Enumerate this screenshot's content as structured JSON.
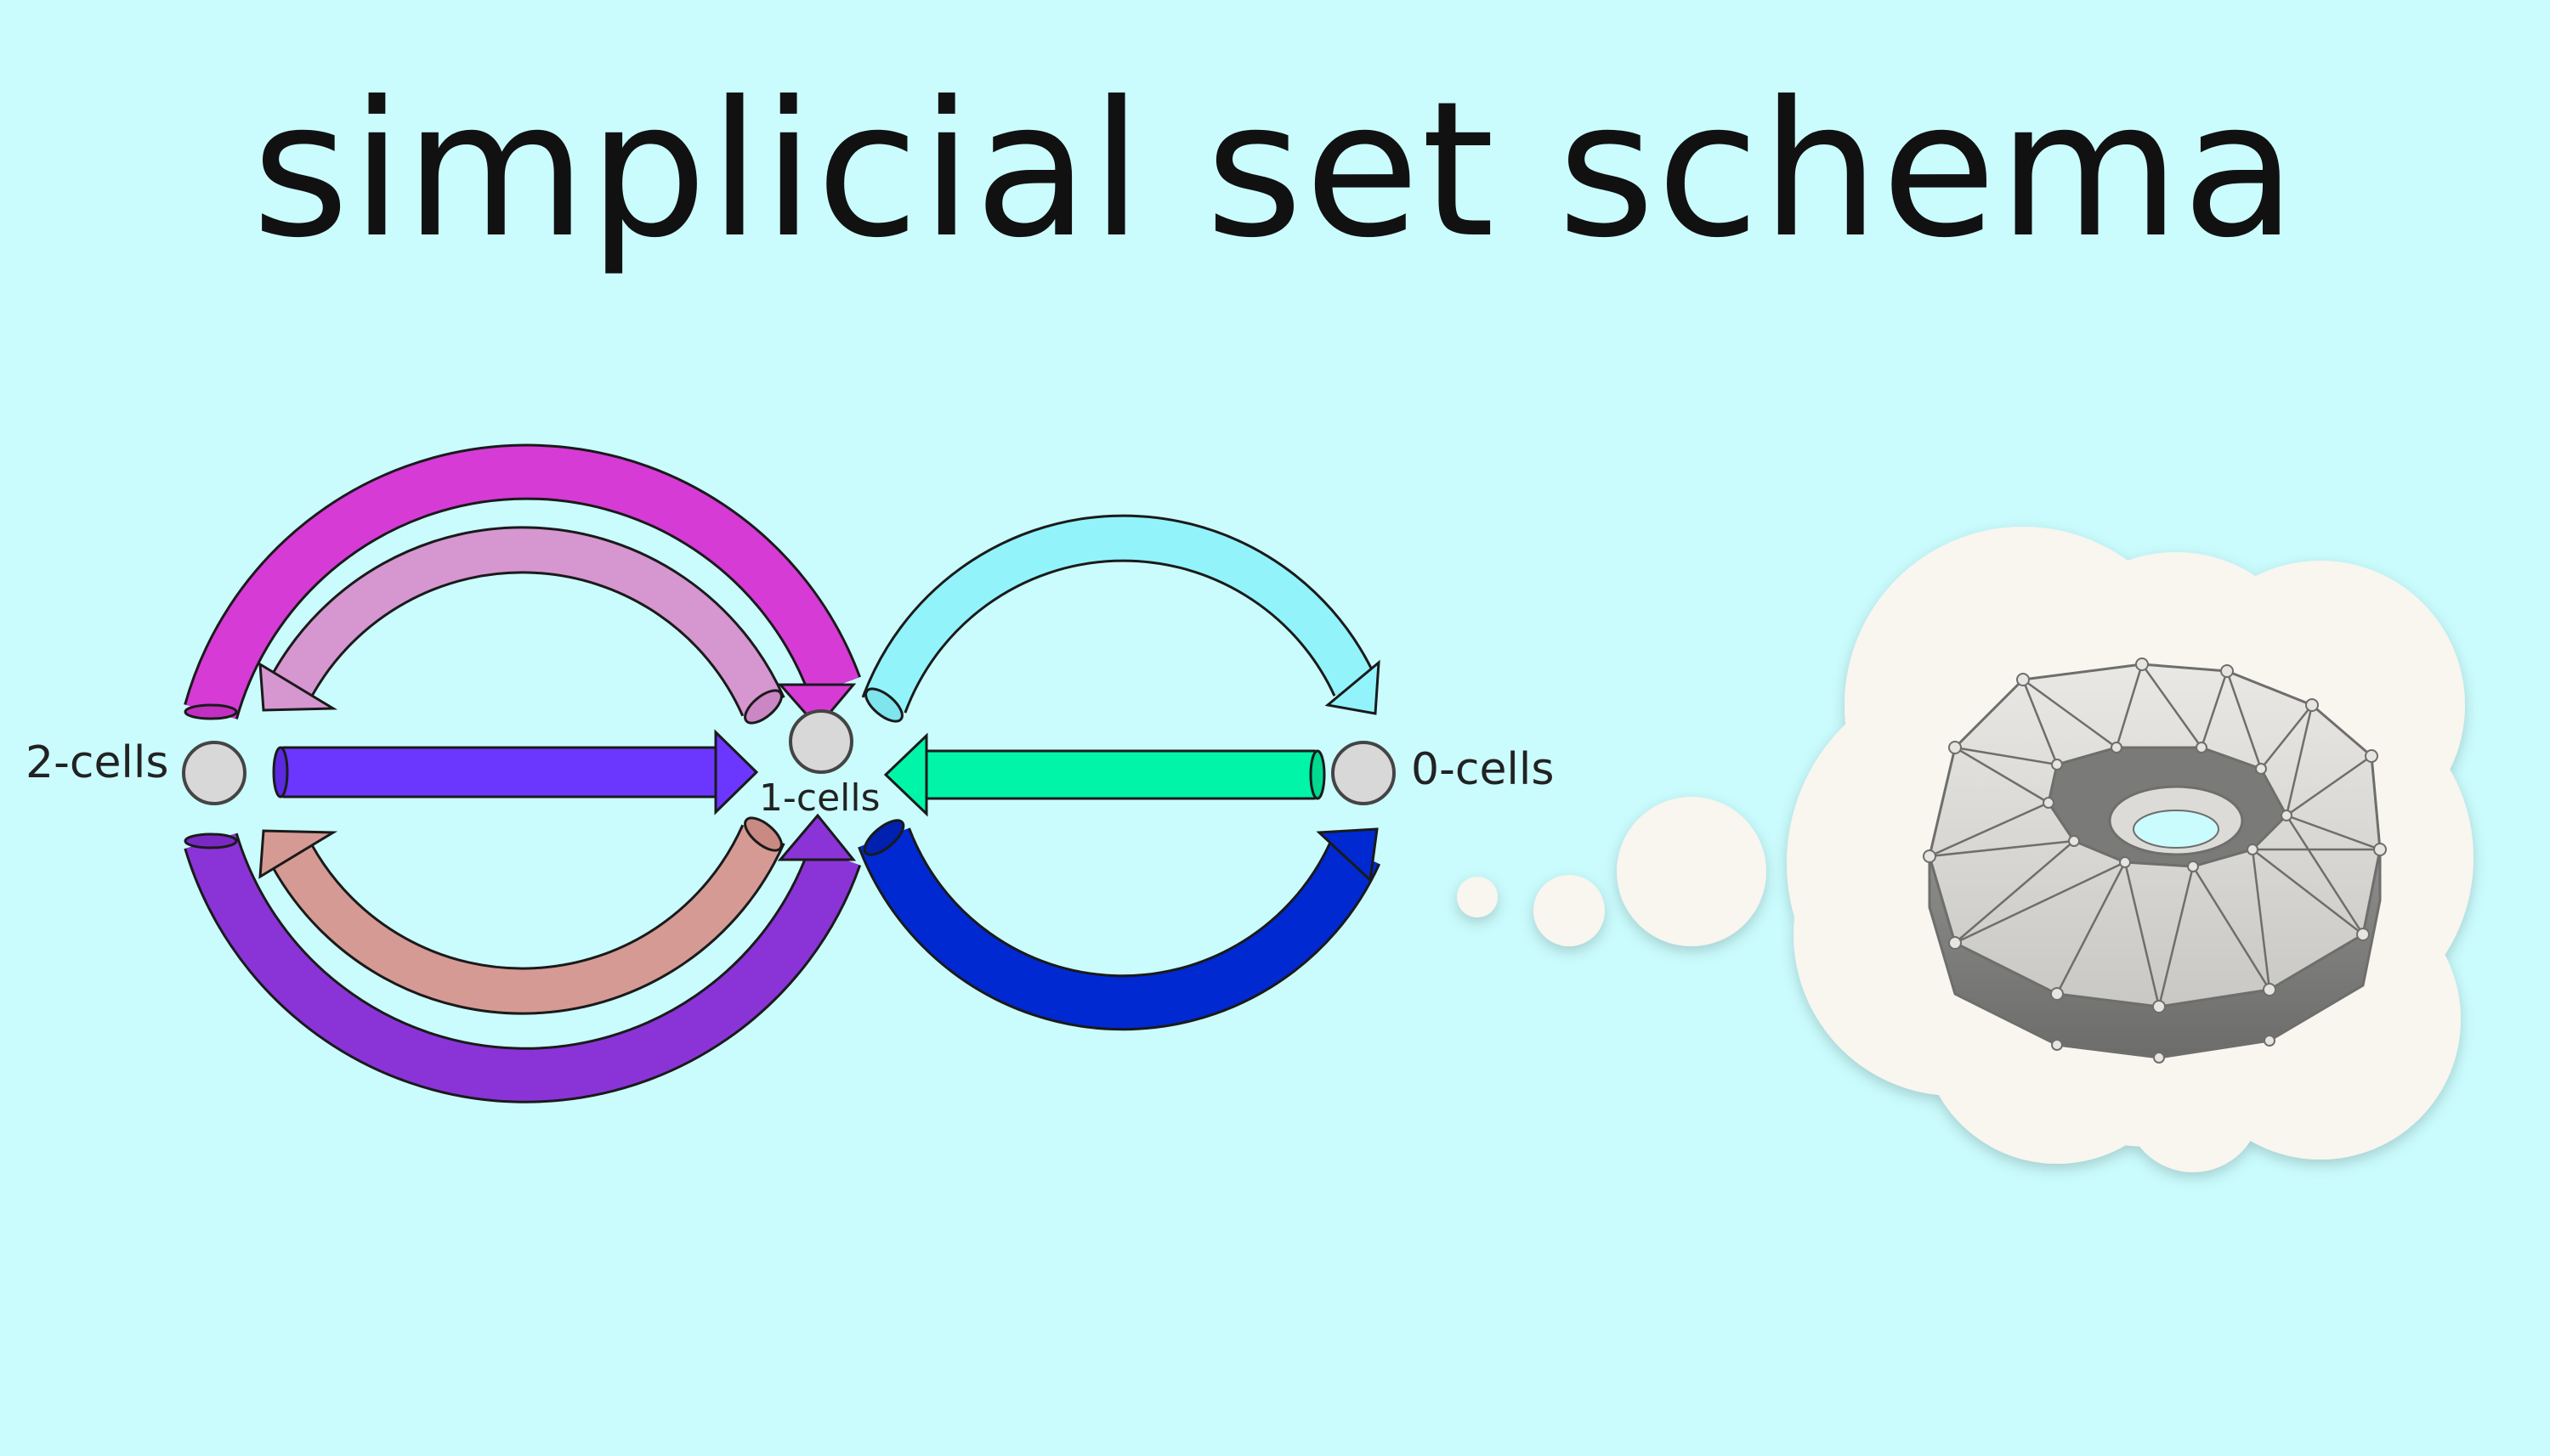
{
  "title": "simplicial set schema",
  "nodes": {
    "two_cells": "2-cells",
    "one_cells": "1-cells",
    "zero_cells": "0-cells"
  },
  "colors": {
    "background": "#cafcfd",
    "node_fill": "#d8d8d8",
    "outer_top_arrow": "#d63bd6",
    "inner_top_left_arrow": "#d696d0",
    "straight_left_arrow": "#6b37ff",
    "inner_bottom_left_arrow": "#d69a94",
    "outer_bottom_arrow": "#8a34d8",
    "top_right_arrow": "#92f3fb",
    "straight_right_arrow": "#00f5a8",
    "bottom_right_arrow": "#0029d2",
    "cloud": "#f9f5ef",
    "torus": "#a7a7a5"
  },
  "icons": [
    "thought-cloud",
    "torus-mesh"
  ]
}
